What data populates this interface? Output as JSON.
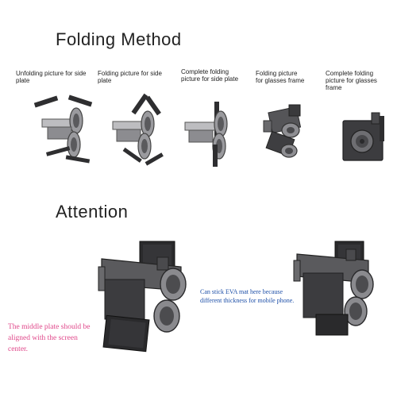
{
  "colors": {
    "note_pink": "#e0478a",
    "note_blue": "#1d4fa8",
    "device_dark": "#3a3a3c",
    "device_mid": "#6f6f72",
    "device_light": "#a9a9ac"
  },
  "folding": {
    "title": "Folding Method",
    "steps": [
      {
        "label": "Unfolding picture for side plate"
      },
      {
        "label": "Folding picture for side plate"
      },
      {
        "label": "Complete folding picture for side plate"
      },
      {
        "label": "Folding picture for glasses frame"
      },
      {
        "label": "Complete folding picture for glasses frame"
      }
    ]
  },
  "attention": {
    "title": "Attention",
    "left_note": "The middle plate should be aligned with the screen center.",
    "right_note": "Can stick EVA mat here because different thickness for mobile phone."
  }
}
